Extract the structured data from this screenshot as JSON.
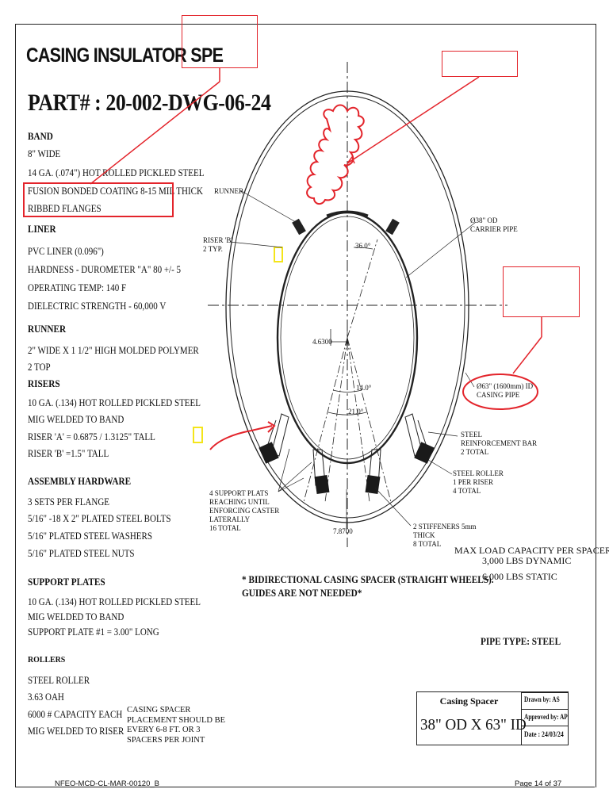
{
  "header": {
    "title": "CASING INSULATOR SPE",
    "part": "PART# : 20-002-DWG-06-24"
  },
  "spec": {
    "band": {
      "heading": "BAND",
      "lines": [
        "8\"  WIDE",
        "14 GA. (.074\") HOT ROLLED PICKLED STEEL",
        "FUSION BONDED COATING 8-15 MIL THICK",
        "RIBBED FLANGES"
      ]
    },
    "liner": {
      "heading": "LINER",
      "lines": [
        "PVC LINER (0.096\")",
        "HARDNESS - DUROMETER \"A\" 80 +/- 5",
        "OPERATING TEMP: 140 F",
        "DIELECTRIC STRENGTH - 60,000 V"
      ]
    },
    "runner": {
      "heading": "RUNNER",
      "lines": [
        "2\" WIDE X 1 1/2\" HIGH MOLDED POLYMER",
        "2 TOP"
      ]
    },
    "risers": {
      "heading": "RISERS",
      "lines": [
        "10 GA. (.134) HOT ROLLED PICKLED STEEL",
        "MIG WELDED TO BAND",
        "RISER 'A' = 0.6875 / 1.3125\" TALL",
        "RISER 'B' =1.5\" TALL"
      ]
    },
    "hardware": {
      "heading": "ASSEMBLY HARDWARE",
      "lines": [
        "3   SETS PER FLANGE",
        "5/16\" -18 X 2\" PLATED STEEL BOLTS",
        "5/16\" PLATED STEEL WASHERS",
        "5/16\" PLATED STEEL NUTS"
      ]
    },
    "plates": {
      "heading": "SUPPORT PLATES",
      "lines": [
        "10 GA. (.134) HOT ROLLED PICKLED STEEL",
        "MIG WELDED TO BAND",
        "SUPPORT PLATE #1 = 3.00\" LONG"
      ]
    },
    "rollers": {
      "heading": "ROLLERS",
      "lines": [
        "STEEL ROLLER",
        "3.63 OAH",
        "6000 # CAPACITY EACH",
        "MIG WELDED TO RISER"
      ]
    },
    "placement": [
      "CASING SPACER",
      "PLACEMENT SHOULD BE",
      "EVERY 6-8 FT. OR 3",
      "SPACERS PER JOINT"
    ]
  },
  "drawing": {
    "runner": "RUNNER",
    "riser_b": [
      "RISER 'B'",
      "2 TYP."
    ],
    "carrier": [
      "Ø38\" OD",
      "CARRIER PIPE"
    ],
    "casing": [
      "Ø63\" (1600mm) ID",
      "CASING PIPE"
    ],
    "angle_36": "36.0°",
    "angle_14": "14.0°",
    "angle_21": "21.0°",
    "dim_46300": "4.6300",
    "dim_78700": "7.8700",
    "reinforcement": [
      "STEEL",
      "REINFORCEMENT BAR",
      "2 TOTAL"
    ],
    "roller": [
      "STEEL ROLLER",
      "1 PER RISER",
      "4 TOTAL"
    ],
    "support_plats": [
      "4 SUPPORT PLATS",
      "REACHING UNTIL",
      "ENFORCING CASTER",
      "LATERALLY",
      "16 TOTAL"
    ],
    "stiffeners": [
      "2 STIFFENERS 5mm",
      "THICK",
      "8 TOTAL"
    ]
  },
  "notes": {
    "bidirectional": [
      "* BIDIRECTIONAL CASING SPACER (STRAIGHT WHEELS).",
      "GUIDES ARE  NOT NEEDED*"
    ],
    "capacity": [
      "MAX  LOAD CAPACITY PER SPACER",
      "3,000 LBS DYNAMIC",
      "6,000 LBS STATIC"
    ],
    "pipe_type": "PIPE TYPE: STEEL"
  },
  "title_block": {
    "name": "Casing Spacer",
    "size": "38\" OD X 63\" ID",
    "drawn": "Drawn by: AS",
    "approved": "Approved by: AP",
    "date": "Date :  24/03/24"
  },
  "footer": {
    "doc": "NFEO-MCD-CL-MAR-00120_B",
    "page": "Page 14 of 37"
  },
  "colors": {
    "annotation_red": "#e3242b",
    "highlight_yellow": "#f4e51a"
  }
}
